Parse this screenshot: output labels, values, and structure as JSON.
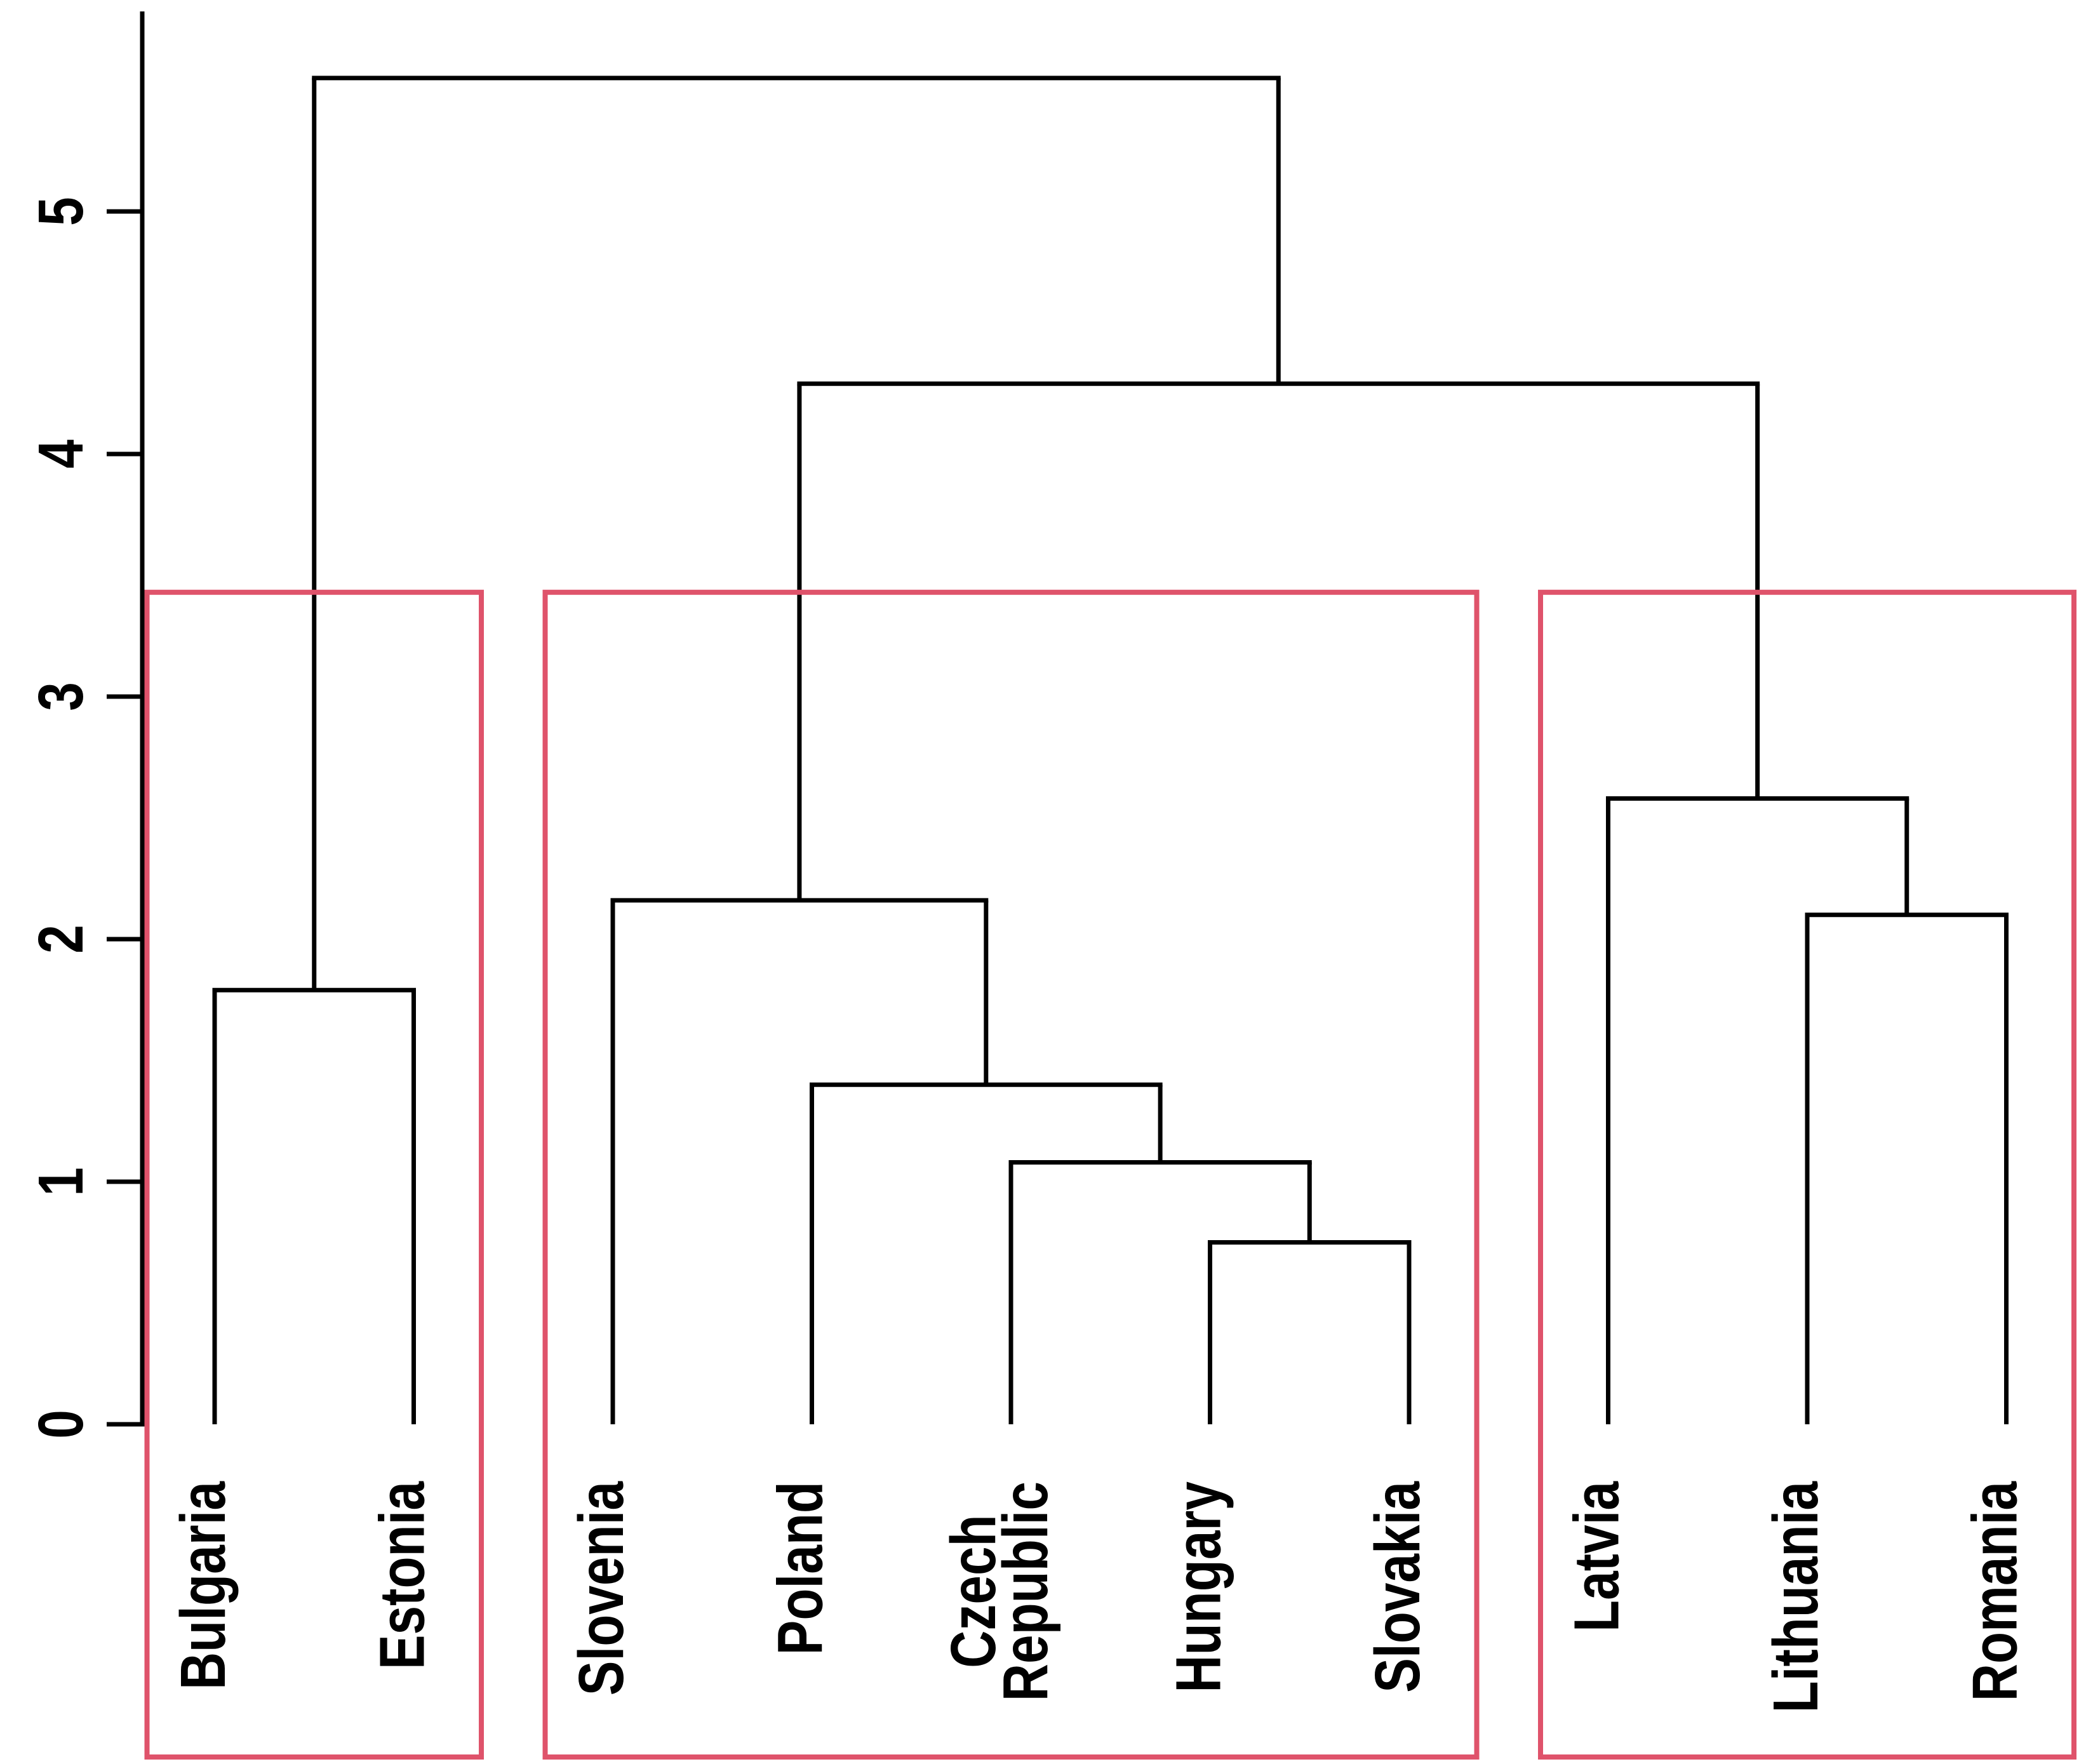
{
  "figure": {
    "background": "#FFFFFF"
  },
  "chart_data": {
    "type": "dendrogram",
    "orientation": "vertical",
    "title": "",
    "xlabel": "",
    "ylabel": "",
    "leaves": [
      {
        "label": "Bulgaria"
      },
      {
        "label": "Estonia"
      },
      {
        "label": "Slovenia"
      },
      {
        "label": "Poland"
      },
      {
        "label": "Czech Republic",
        "lines": [
          "Czech",
          "Republic"
        ]
      },
      {
        "label": "Hungary"
      },
      {
        "label": "Slovakia"
      },
      {
        "label": "Latvia"
      },
      {
        "label": "Lithuania"
      },
      {
        "label": "Romania"
      }
    ],
    "merges": [
      {
        "name": "bulgaria-estonia",
        "children": [
          "Bulgaria",
          "Estonia"
        ],
        "height": 1.79
      },
      {
        "name": "hungary-slovakia",
        "children": [
          "Hungary",
          "Slovakia"
        ],
        "height": 0.75
      },
      {
        "name": "czech-hungary-slovakia",
        "children": [
          "Czech Republic",
          "hungary-slovakia"
        ],
        "height": 1.08
      },
      {
        "name": "poland-group",
        "children": [
          "Poland",
          "czech-hungary-slovakia"
        ],
        "height": 1.4
      },
      {
        "name": "slovenia-group",
        "children": [
          "Slovenia",
          "poland-group"
        ],
        "height": 2.16
      },
      {
        "name": "lithuania-romania",
        "children": [
          "Lithuania",
          "Romania"
        ],
        "height": 2.1
      },
      {
        "name": "latvia-group",
        "children": [
          "Latvia",
          "lithuania-romania"
        ],
        "height": 2.58
      },
      {
        "name": "central-baltic",
        "children": [
          "slovenia-group",
          "latvia-group"
        ],
        "height": 4.29
      },
      {
        "name": "root",
        "children": [
          "bulgaria-estonia",
          "central-baltic"
        ],
        "height": 5.55
      }
    ],
    "y_axis": {
      "ticks": [
        0,
        1,
        2,
        3,
        4,
        5
      ],
      "range": [
        0,
        5.82
      ],
      "grid": false
    },
    "legend": null,
    "cluster_boxes": [
      {
        "leaves": [
          "Bulgaria",
          "Estonia"
        ],
        "top": 3.43
      },
      {
        "leaves": [
          "Slovenia",
          "Poland",
          "Czech Republic",
          "Hungary",
          "Slovakia"
        ],
        "top": 3.43
      },
      {
        "leaves": [
          "Latvia",
          "Lithuania",
          "Romania"
        ],
        "top": 3.43
      }
    ],
    "colors": {
      "line": "#000000",
      "text": "#000000",
      "cluster_box": "#DF536B",
      "background": "#FFFFFF"
    }
  }
}
